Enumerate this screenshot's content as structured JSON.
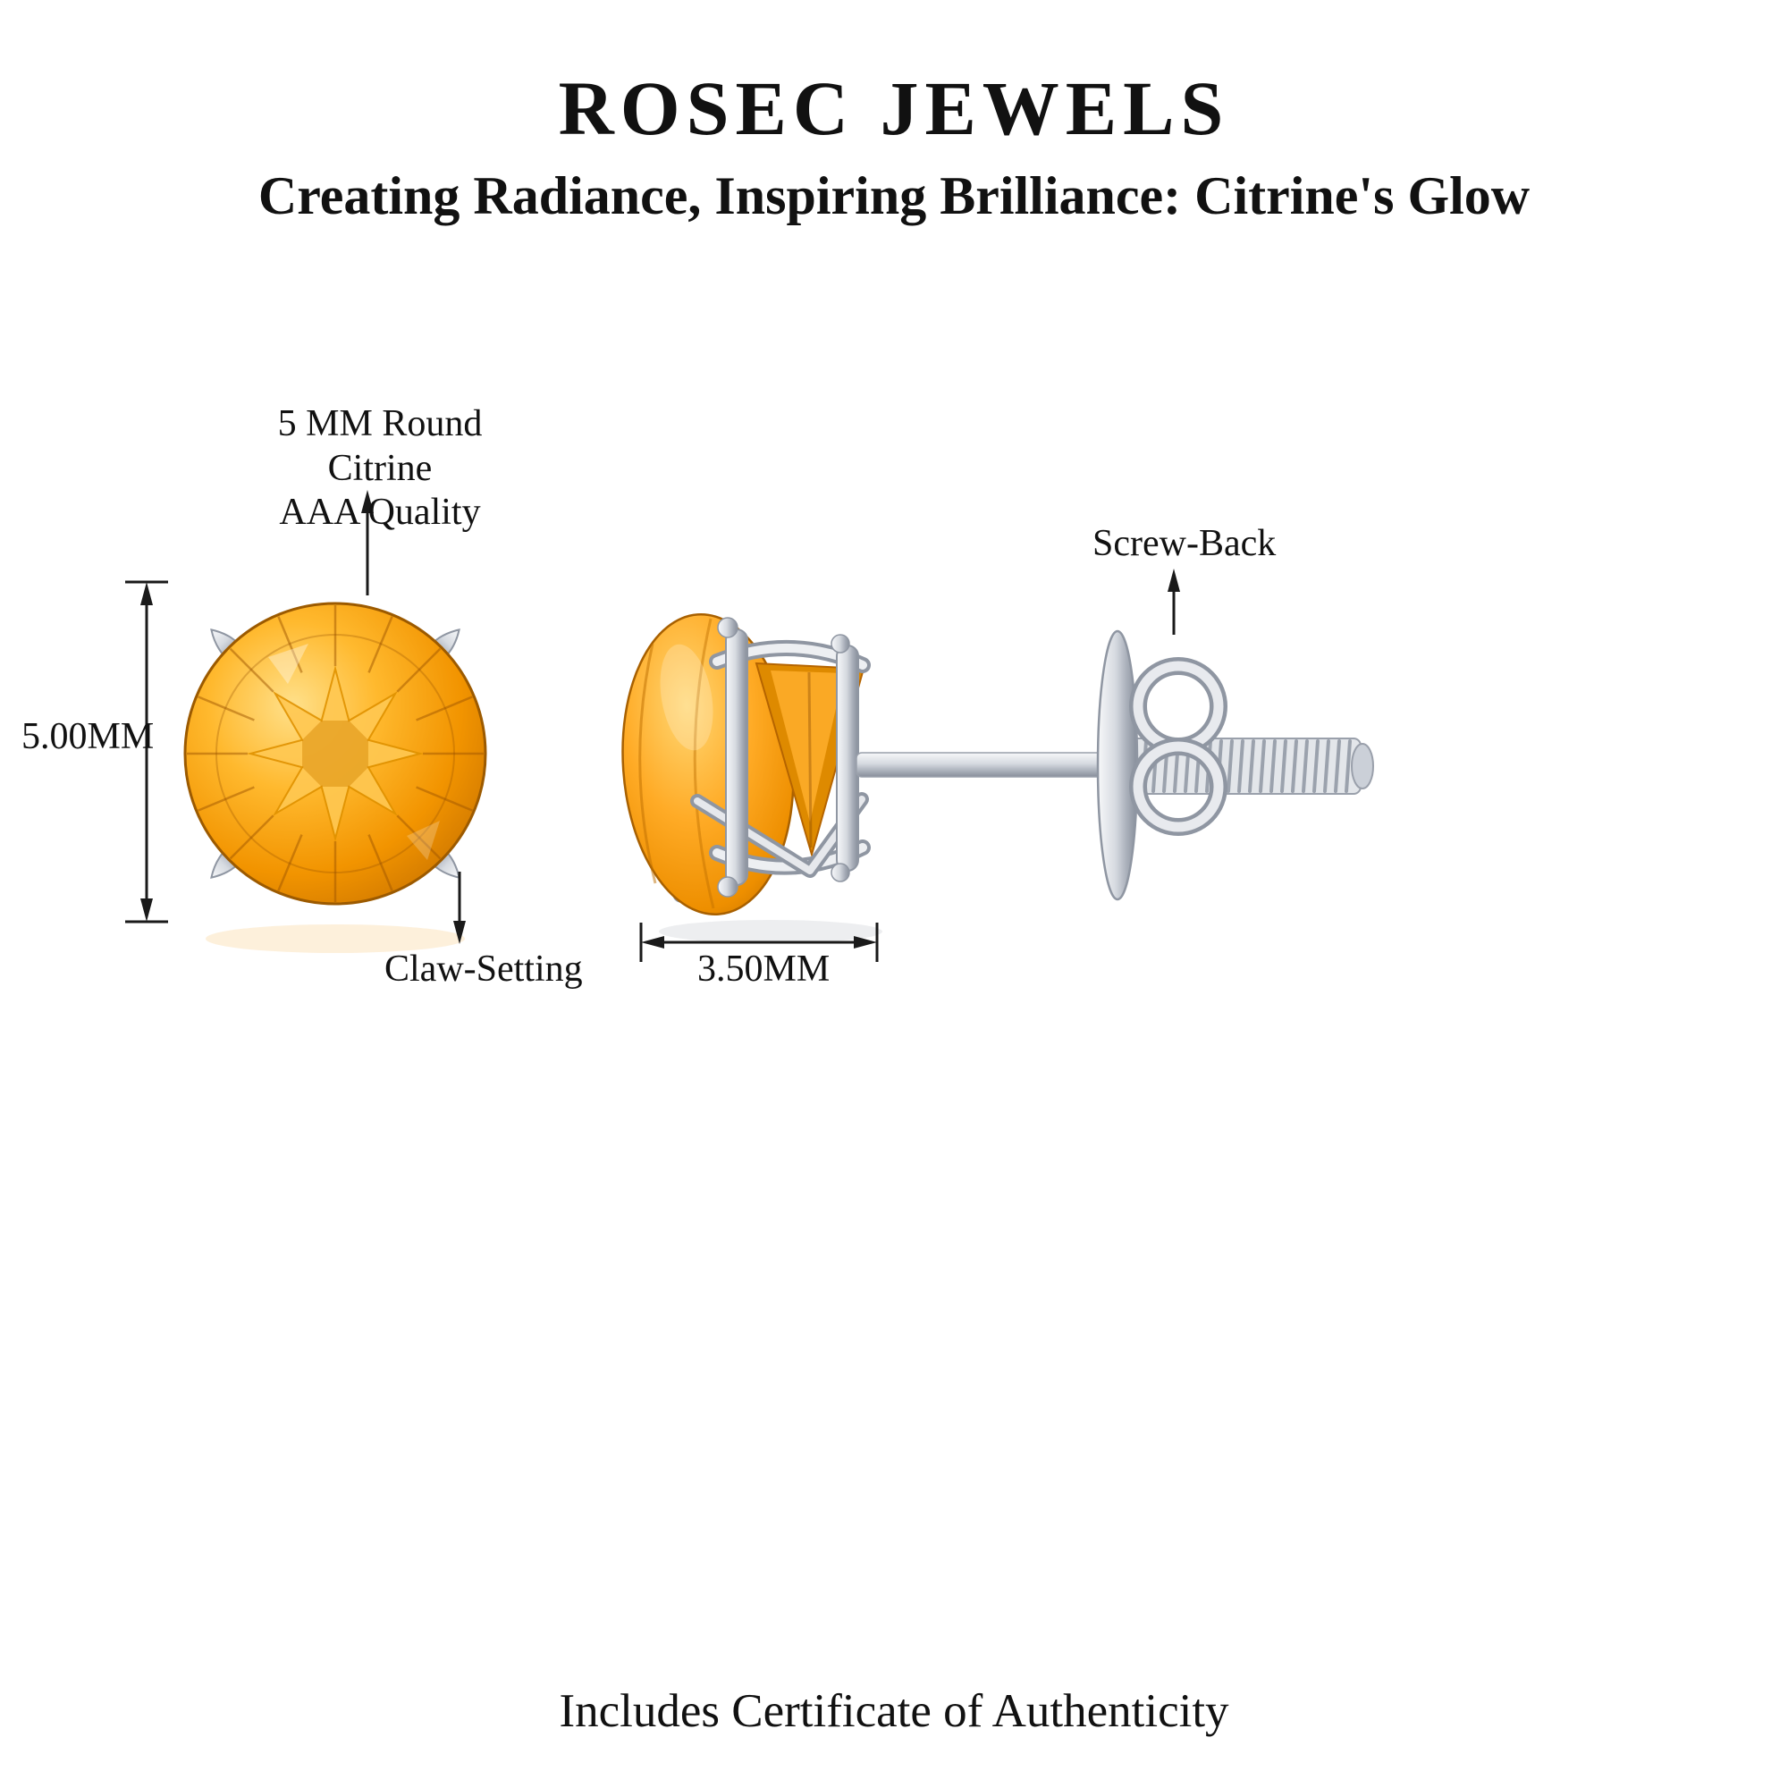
{
  "header": {
    "brand": "ROSEC JEWELS",
    "tagline": "Creating Radiance, Inspiring Brilliance: Citrine's Glow"
  },
  "annotations": {
    "stone_line1": "5 MM Round Citrine",
    "stone_line2": "AAA Quality",
    "setting": "Claw-Setting",
    "back": "Screw-Back"
  },
  "dimensions": {
    "height": "5.00MM",
    "width": "3.50MM"
  },
  "footer": {
    "certificate": "Includes Certificate of Authenticity"
  },
  "colors": {
    "citrine": "#F29400",
    "citrine_light": "#FFC852",
    "citrine_dark": "#C87200",
    "metal_light": "#F7F8FA",
    "metal_dark": "#878E9A",
    "text": "#111111",
    "background": "#FFFFFF"
  }
}
